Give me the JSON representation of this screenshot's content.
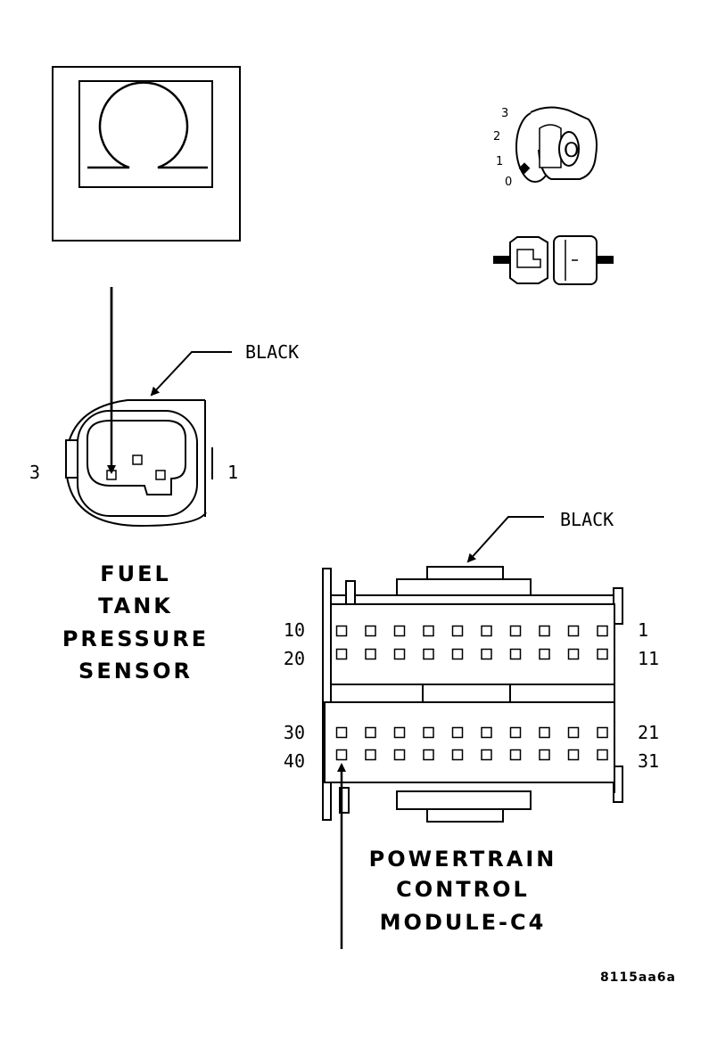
{
  "meter": {
    "symbol": "Ω"
  },
  "ignition": {
    "positions": [
      "3",
      "2",
      "1",
      "0"
    ],
    "key_label": "O"
  },
  "sensor_connector": {
    "color_label": "BLACK",
    "pin_left": "3",
    "pin_right": "1",
    "title_lines": [
      "FUEL",
      "TANK",
      "PRESSURE",
      "SENSOR"
    ]
  },
  "pcm_connector": {
    "color_label": "BLACK",
    "row_labels_left": [
      "10",
      "20",
      "30",
      "40"
    ],
    "row_labels_right": [
      "1",
      "11",
      "21",
      "31"
    ],
    "title_lines": [
      "POWERTRAIN",
      "CONTROL",
      "MODULE-C4"
    ]
  },
  "figure_code": "8115aa6a"
}
